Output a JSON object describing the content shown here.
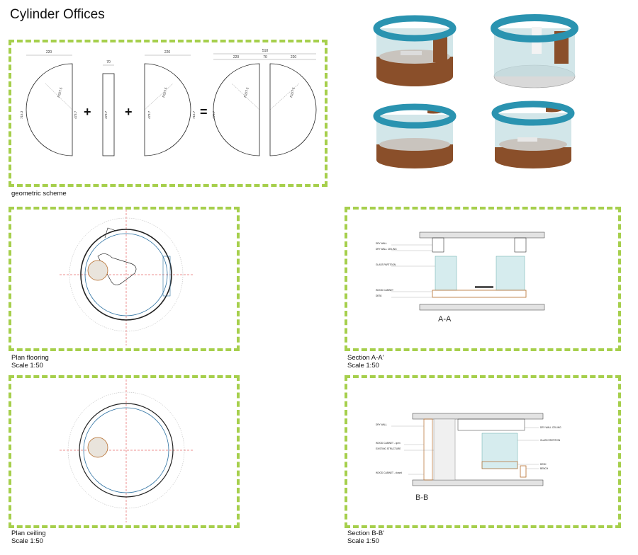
{
  "title": "Cylinder Offices",
  "geometric": {
    "caption": "geometric scheme",
    "dims": {
      "w220": "220",
      "w70": "70",
      "w510": "510",
      "w220b": "220",
      "w70b": "70",
      "w220c": "220",
      "r2275": "R227.5",
      "r2275b": "R227.5",
      "r2275c": "R227.5",
      "r2275d": "R227.5",
      "h4737": "473.7",
      "h4737b": "473.7",
      "h4737c": "473.7",
      "h4737d": "473.7",
      "arc7153": "715.3",
      "arc7157": "715.7"
    },
    "ops": [
      "+",
      "+",
      "="
    ]
  },
  "plan_flooring": {
    "caption_line1": "Plan flooring",
    "caption_line2": "Scale 1:50"
  },
  "plan_ceiling": {
    "caption_line1": "Plan ceiling",
    "caption_line2": "Scale 1:50"
  },
  "section_a": {
    "caption_line1": "Section A-A'",
    "caption_line2": "Scale 1:50",
    "section_label": "A-A",
    "labels": [
      "DRY WALL",
      "DRY WALL CEILING",
      "GLASS PARTITION",
      "WOOD CABINET",
      "DESK"
    ]
  },
  "section_b": {
    "caption_line1": "Section B-B'",
    "caption_line2": "Scale 1:50",
    "section_label": "B-B",
    "labels_left": [
      "DRY WALL",
      "WOOD CABINET - open",
      "EXISTING STRUCTURE",
      "WOOD CABINET - closed"
    ],
    "labels_right": [
      "DRY WALL CEILING",
      "GLASS PARTITION",
      "DESK",
      "BENCH"
    ]
  },
  "colors": {
    "frame": "#a6cf4c",
    "teal": "#2a93b0",
    "wood": "#8a4f2a",
    "glass": "#bfdcdf"
  }
}
